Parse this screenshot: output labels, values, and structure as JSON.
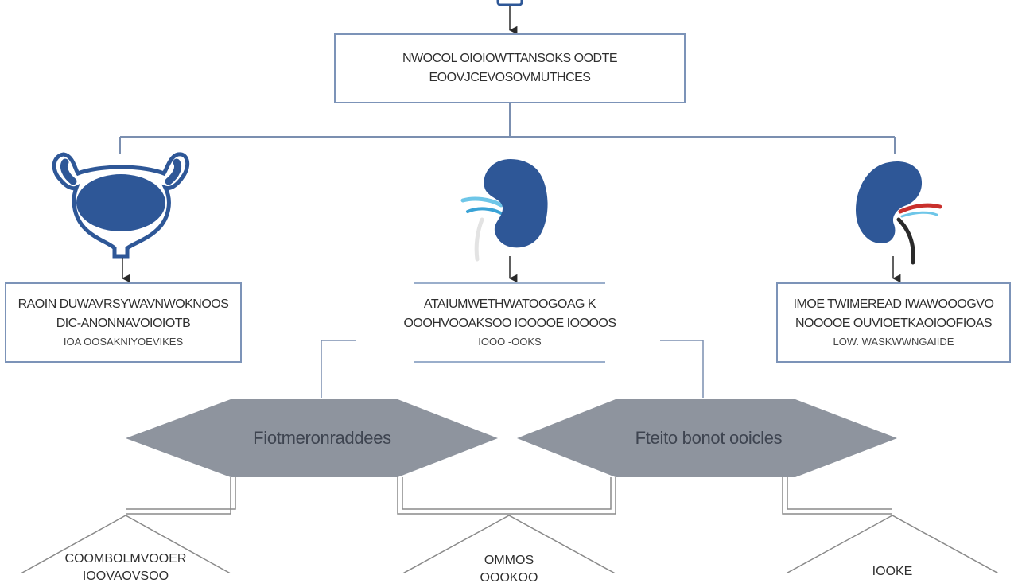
{
  "top_box": {
    "line1": "NWOCOL OIOIOWTTANSOKS OODTE",
    "line2": "EOOVJCEVOSOVMUTHCES"
  },
  "organs": [
    {
      "icon": "bladder-icon",
      "box_lines": [
        "RAOIN DUWAVRSYWAVNWOKNOOS",
        "DIC-ANONNAVOIOIOTB",
        "IOA OOSAKNIYOEVIKES"
      ]
    },
    {
      "icon": "kidney-icon",
      "box_lines": [
        "ATAIUMWETHWATOOGOAG K",
        "OOOHVOOAKSOO IOOOOE IOOOOS",
        "IOOO -OOKS"
      ]
    },
    {
      "icon": "kidney-vessels-icon",
      "box_lines": [
        "IMOE TWIMEREAD IWAWOOOGVO",
        "NOOOOE OUVIOETKAOIOOFIOAS",
        "LOW. WASKWWNGAIIDE"
      ]
    }
  ],
  "hexagons": [
    {
      "label": "Fiotmeronraddees"
    },
    {
      "label": "Fteito bonot ooicles"
    }
  ],
  "triangles": [
    {
      "lines": [
        "COOMBOLMVOOER",
        "IOOVAOVSOO"
      ]
    },
    {
      "lines": [
        "OMMOS",
        "OOOKOO"
      ]
    },
    {
      "lines": [
        "IOOKE"
      ]
    }
  ],
  "colors": {
    "connector": "#7b8fb0",
    "arrow": "#2a2a2a",
    "box_border": "#7c93b8",
    "organ_fill": "#2e5797",
    "hexagon_fill": "#8e949e",
    "triangle_stroke": "#8a8a8a",
    "vessel_red": "#c9302c",
    "vessel_cyan": "#6ec6e8"
  }
}
